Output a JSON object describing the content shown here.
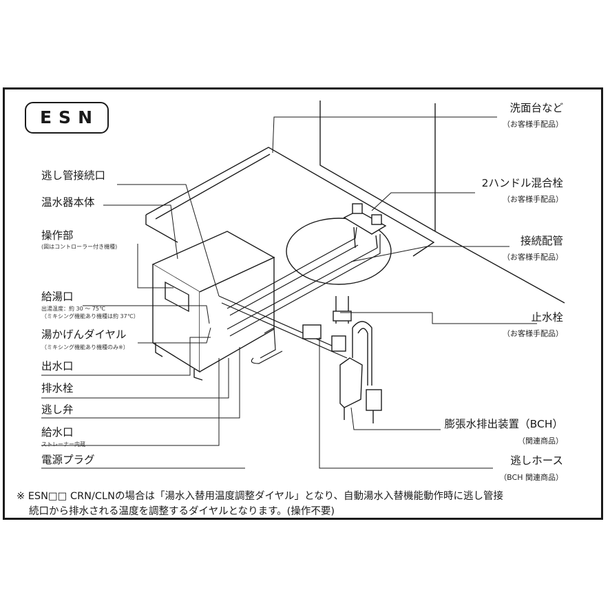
{
  "model_badge": "ESN",
  "left_labels": [
    {
      "text": "逃し管接続口"
    },
    {
      "text": "温水器本体"
    },
    {
      "text": "操作部",
      "sub": "(図はコントローラー付き機種)"
    },
    {
      "text": "給湯口",
      "sub": "出湯温度：約 30 ～ 75℃",
      "sub2": "（ミキシング機能あり機種は約 37℃）"
    },
    {
      "text": "湯かげんダイヤル",
      "sub": "（ミキシング機能あり機種のみ※）"
    },
    {
      "text": "出水口"
    },
    {
      "text": "排水栓"
    },
    {
      "text": "逃し弁"
    },
    {
      "text": "給水口",
      "sub": "ストレーナー内蔵"
    },
    {
      "text": "電源プラグ"
    }
  ],
  "right_labels": [
    {
      "text": "洗面台など",
      "sub": "（お客様手配品）"
    },
    {
      "text": "2ハンドル混合栓",
      "sub": "（お客様手配品）"
    },
    {
      "text": "接続配管",
      "sub": "（お客様手配品）"
    },
    {
      "text": "止水栓",
      "sub": "（お客様手配品）"
    },
    {
      "text": "膨張水排出装置（BCH）",
      "sub": "（関連商品）"
    },
    {
      "text": "逃しホース",
      "sub": "（BCH 関連商品）"
    }
  ],
  "footnote": {
    "line1": "※ ESN□□ CRN/CLNの場合は「湯水入替用温度調整ダイヤル」となり、自動湯水入替機能動作時に逃し管接",
    "line2": "続口から排水される温度を調整するダイヤルとなります。(操作不要)"
  }
}
